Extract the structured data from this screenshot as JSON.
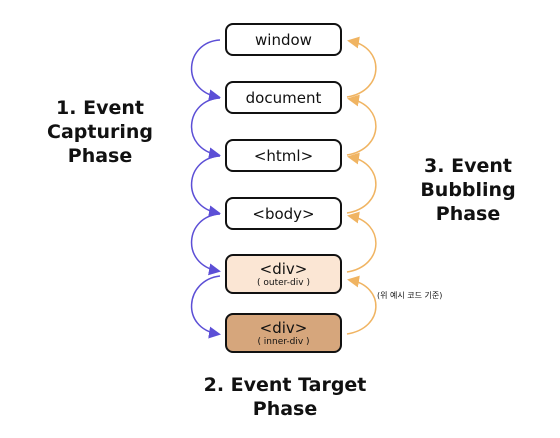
{
  "nodes": [
    {
      "main": "window",
      "sub": ""
    },
    {
      "main": "document",
      "sub": ""
    },
    {
      "main": "<html>",
      "sub": ""
    },
    {
      "main": "<body>",
      "sub": ""
    },
    {
      "main": "<div>",
      "sub": "( outer-div )"
    },
    {
      "main": "<div>",
      "sub": "( inner-div )"
    }
  ],
  "labels": {
    "capturing": [
      "1. Event Capturing",
      "Phase"
    ],
    "bubbling": [
      "3. Event Bubbling",
      "Phase"
    ],
    "target": [
      "2. Event Target",
      "Phase"
    ]
  },
  "note": "(위 예시 코드 기준)",
  "colors": {
    "capture_arrow": "#5c4fd6",
    "bubble_arrow": "#f0b462",
    "outer_div_fill": "#fbe6d4",
    "inner_div_fill": "#d6a67c",
    "box_border": "#111111"
  }
}
